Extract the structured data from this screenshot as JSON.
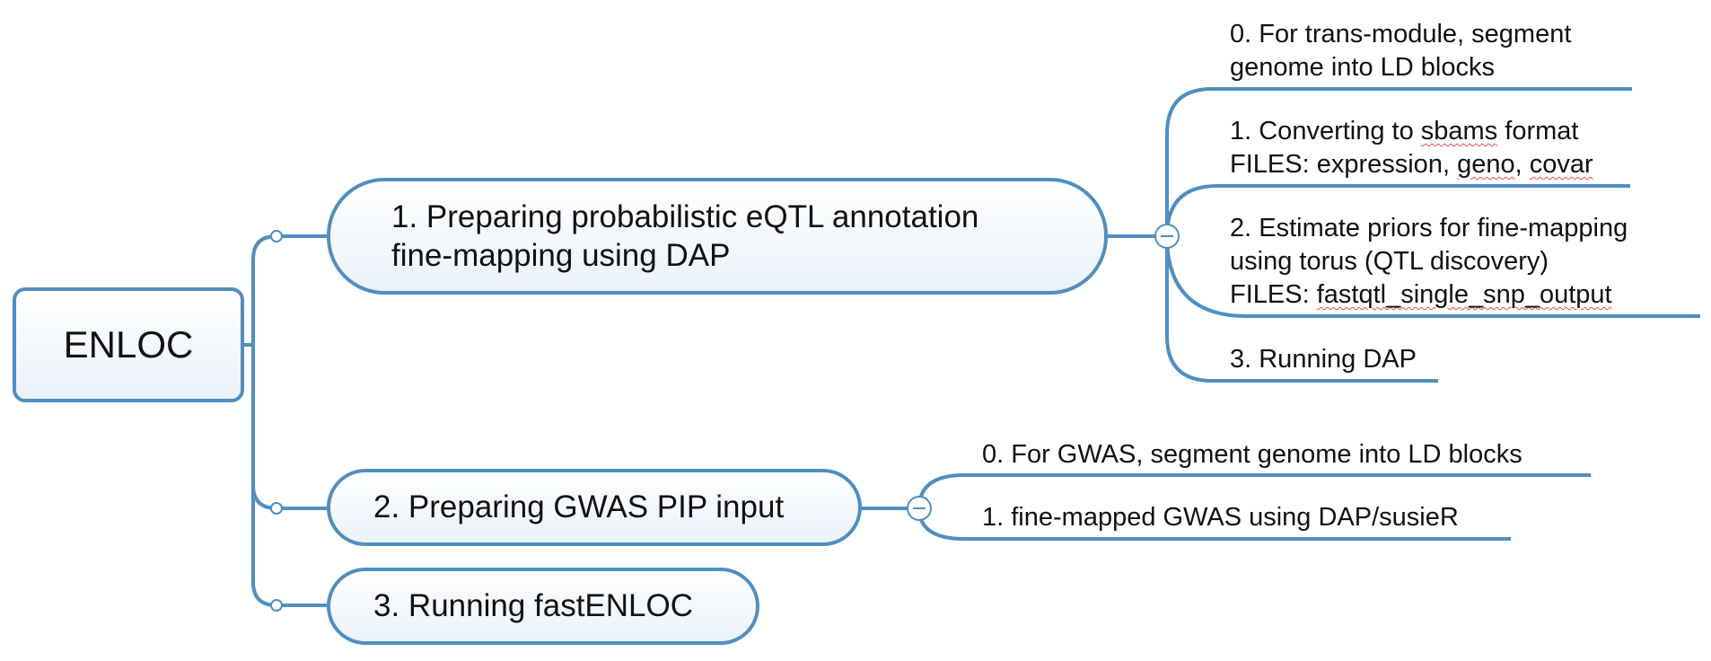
{
  "root": {
    "label": "ENLOC"
  },
  "branches": [
    {
      "label_lines": [
        "1. Preparing probabilistic eQTL annotation",
        "fine-mapping using DAP"
      ],
      "children": [
        {
          "lines": [
            "0. For trans-module, segment",
            "genome into LD blocks"
          ]
        },
        {
          "lines": [
            "1. Converting to sbams format",
            "FILES: expression, geno, covar"
          ]
        },
        {
          "lines": [
            "2. Estimate priors for fine-mapping",
            "using torus (QTL discovery)",
            "FILES: fastqtl_single_snp_output"
          ]
        },
        {
          "lines": [
            "3. Running DAP"
          ]
        }
      ]
    },
    {
      "label_lines": [
        "2. Preparing GWAS PIP input"
      ],
      "children": [
        {
          "lines": [
            "0. For GWAS, segment genome into LD blocks"
          ]
        },
        {
          "lines": [
            "1. fine-mapped GWAS using DAP/susieR"
          ]
        }
      ]
    },
    {
      "label_lines": [
        "3. Running fastENLOC"
      ],
      "children": []
    }
  ],
  "colors": {
    "connector": "#4f8fc0",
    "node_fill_top": "#ffffff",
    "node_fill_bottom": "#eaf2f9",
    "spellcheck_underline": "#e05050"
  },
  "icons": {
    "expanded": "collapse-minus-icon",
    "collapsed": "expand-dot-icon"
  }
}
